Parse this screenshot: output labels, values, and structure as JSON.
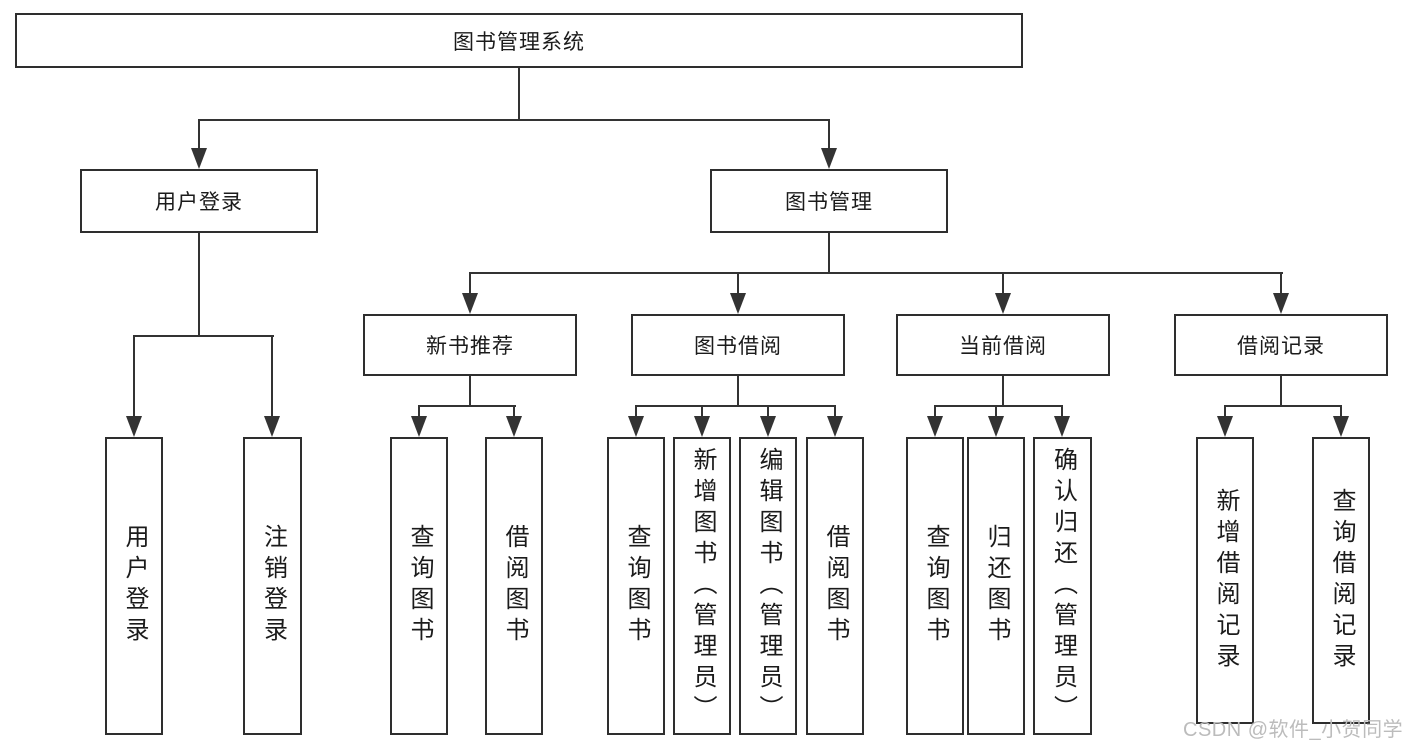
{
  "diagram_title": "图书管理系统",
  "nodes": {
    "root": "图书管理系统",
    "user_login": "用户登录",
    "book_management": "图书管理",
    "new_book_recommend": "新书推荐",
    "book_borrowing": "图书借阅",
    "current_borrowing": "当前借阅",
    "borrowing_records": "借阅记录",
    "leaf_user_login": "用户登录",
    "leaf_logout": "注销登录",
    "leaf_nbr_query_books": "查询图书",
    "leaf_nbr_borrow_books": "借阅图书",
    "leaf_bb_query_books": "查询图书",
    "leaf_bb_add_books": "新增图书（管理员）",
    "leaf_bb_edit_books": "编辑图书（管理员）",
    "leaf_bb_borrow_books": "借阅图书",
    "leaf_cb_query_books": "查询图书",
    "leaf_cb_return_books": "归还图书",
    "leaf_cb_confirm_return": "确认归还（管理员）",
    "leaf_br_add_record": "新增借阅记录",
    "leaf_br_query_record": "查询借阅记录"
  },
  "watermark": "CSDN @软件_小贺同学",
  "colors": {
    "line": "#333333",
    "border": "#2e2e2e",
    "text": "#1b1b1b",
    "watermark": "#bcbcbc",
    "background": "#ffffff"
  }
}
